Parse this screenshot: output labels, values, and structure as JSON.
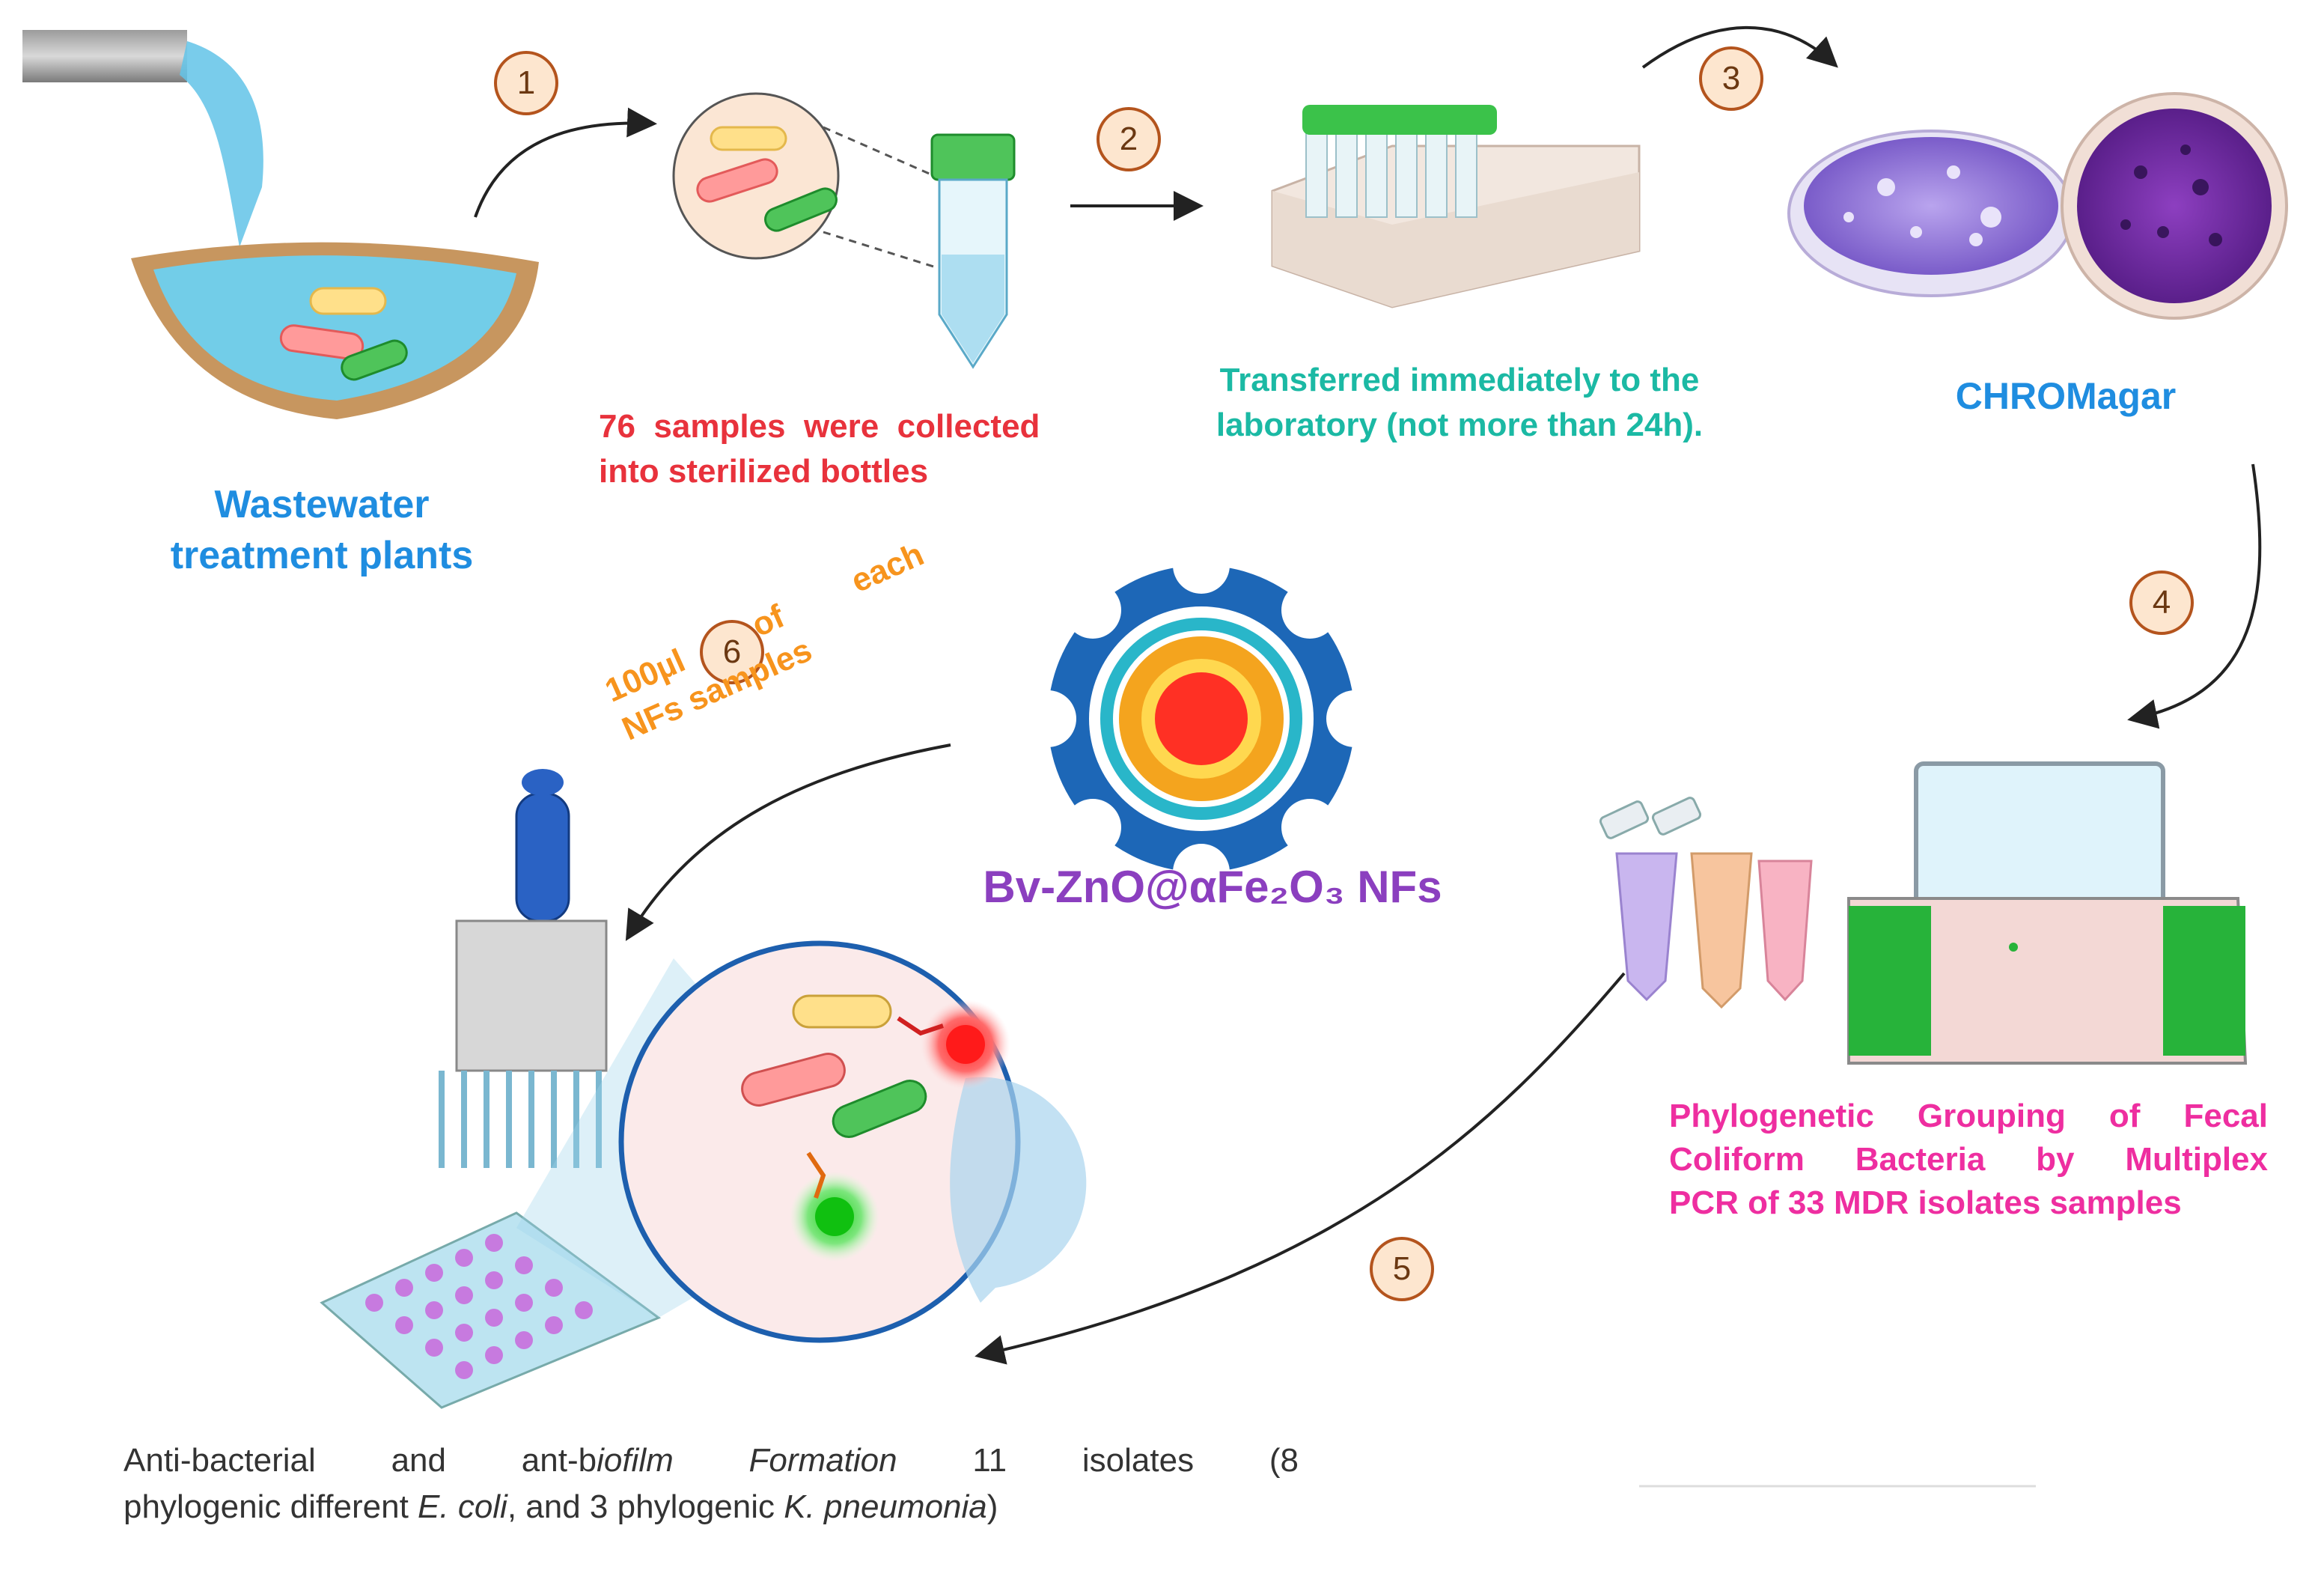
{
  "labels": {
    "wwtp_line1": "Wastewater",
    "wwtp_line2": "treatment plants",
    "samples_line1": "76  samples  were  collected",
    "samples_line2": "into sterilized bottles",
    "transfer_line1": "Transferred immediately to the",
    "transfer_line2": "laboratory (not more than 24h).",
    "chromagar": "CHROMagar",
    "pcr_line1": "Phylogenetic  Grouping  of  Fecal",
    "pcr_line2": "Coliform  Bacteria  by  Multiplex",
    "pcr_line3": "PCR of 33 MDR isolates samples",
    "nfs": "Bv-ZnO@αFe₂O₃ NFs",
    "dose_line1": "100µl   of   each",
    "dose_line2": "NFs samples",
    "final_a": "Anti-bacterial  and  ant-b",
    "final_b": "iofilm  Formation",
    "final_c": "  11  isolates  (8",
    "final_d": "phylogenic different ",
    "final_e": "E. coli",
    "final_f": ", and 3 phylogenic ",
    "final_g": "K. pneumonia",
    "final_h": ")"
  },
  "steps": [
    "1",
    "2",
    "3",
    "4",
    "5",
    "6"
  ],
  "colors": {
    "blue": "#1f8de0",
    "red": "#e8323c",
    "teal": "#1bb9a4",
    "magenta": "#ee2ea0",
    "purple": "#8b3fbf",
    "orange": "#f7941d",
    "step_fill": "#fde6cf",
    "step_border": "#b4541d"
  }
}
